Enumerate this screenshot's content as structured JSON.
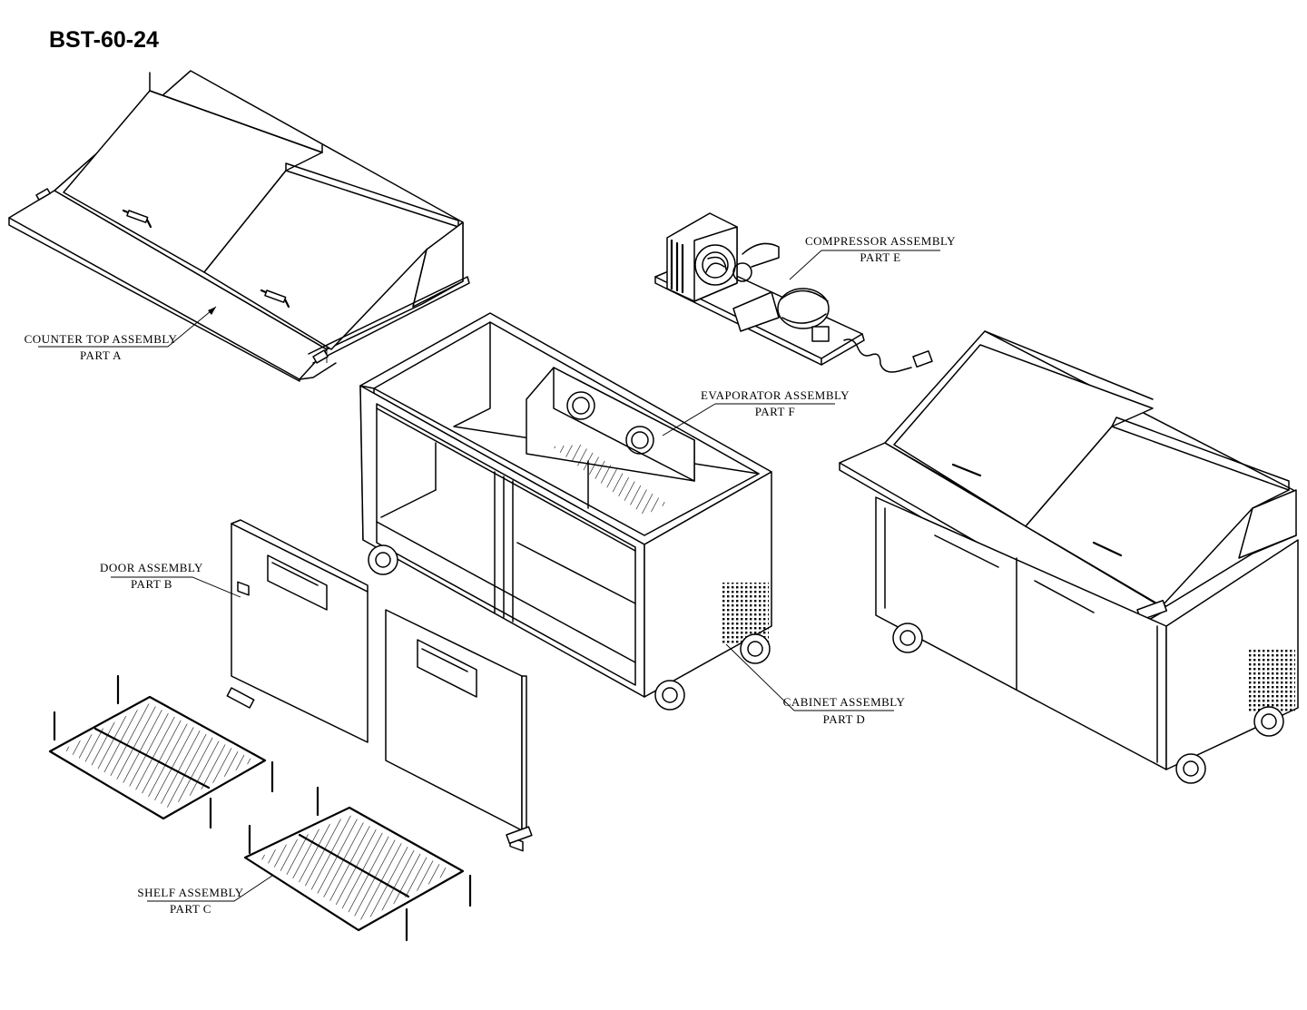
{
  "title": "BST-60-24",
  "callouts": {
    "part_a": {
      "name": "COUNTER TOP ASSEMBLY",
      "part": "PART A"
    },
    "part_b": {
      "name": "DOOR ASSEMBLY",
      "part": "PART B"
    },
    "part_c": {
      "name": "SHELF ASSEMBLY",
      "part": "PART C"
    },
    "part_d": {
      "name": "CABINET ASSEMBLY",
      "part": "PART D"
    },
    "part_e": {
      "name": "COMPRESSOR ASSEMBLY",
      "part": "PART E"
    },
    "part_f": {
      "name": "EVAPORATOR ASSEMBLY",
      "part": "PART F"
    }
  }
}
